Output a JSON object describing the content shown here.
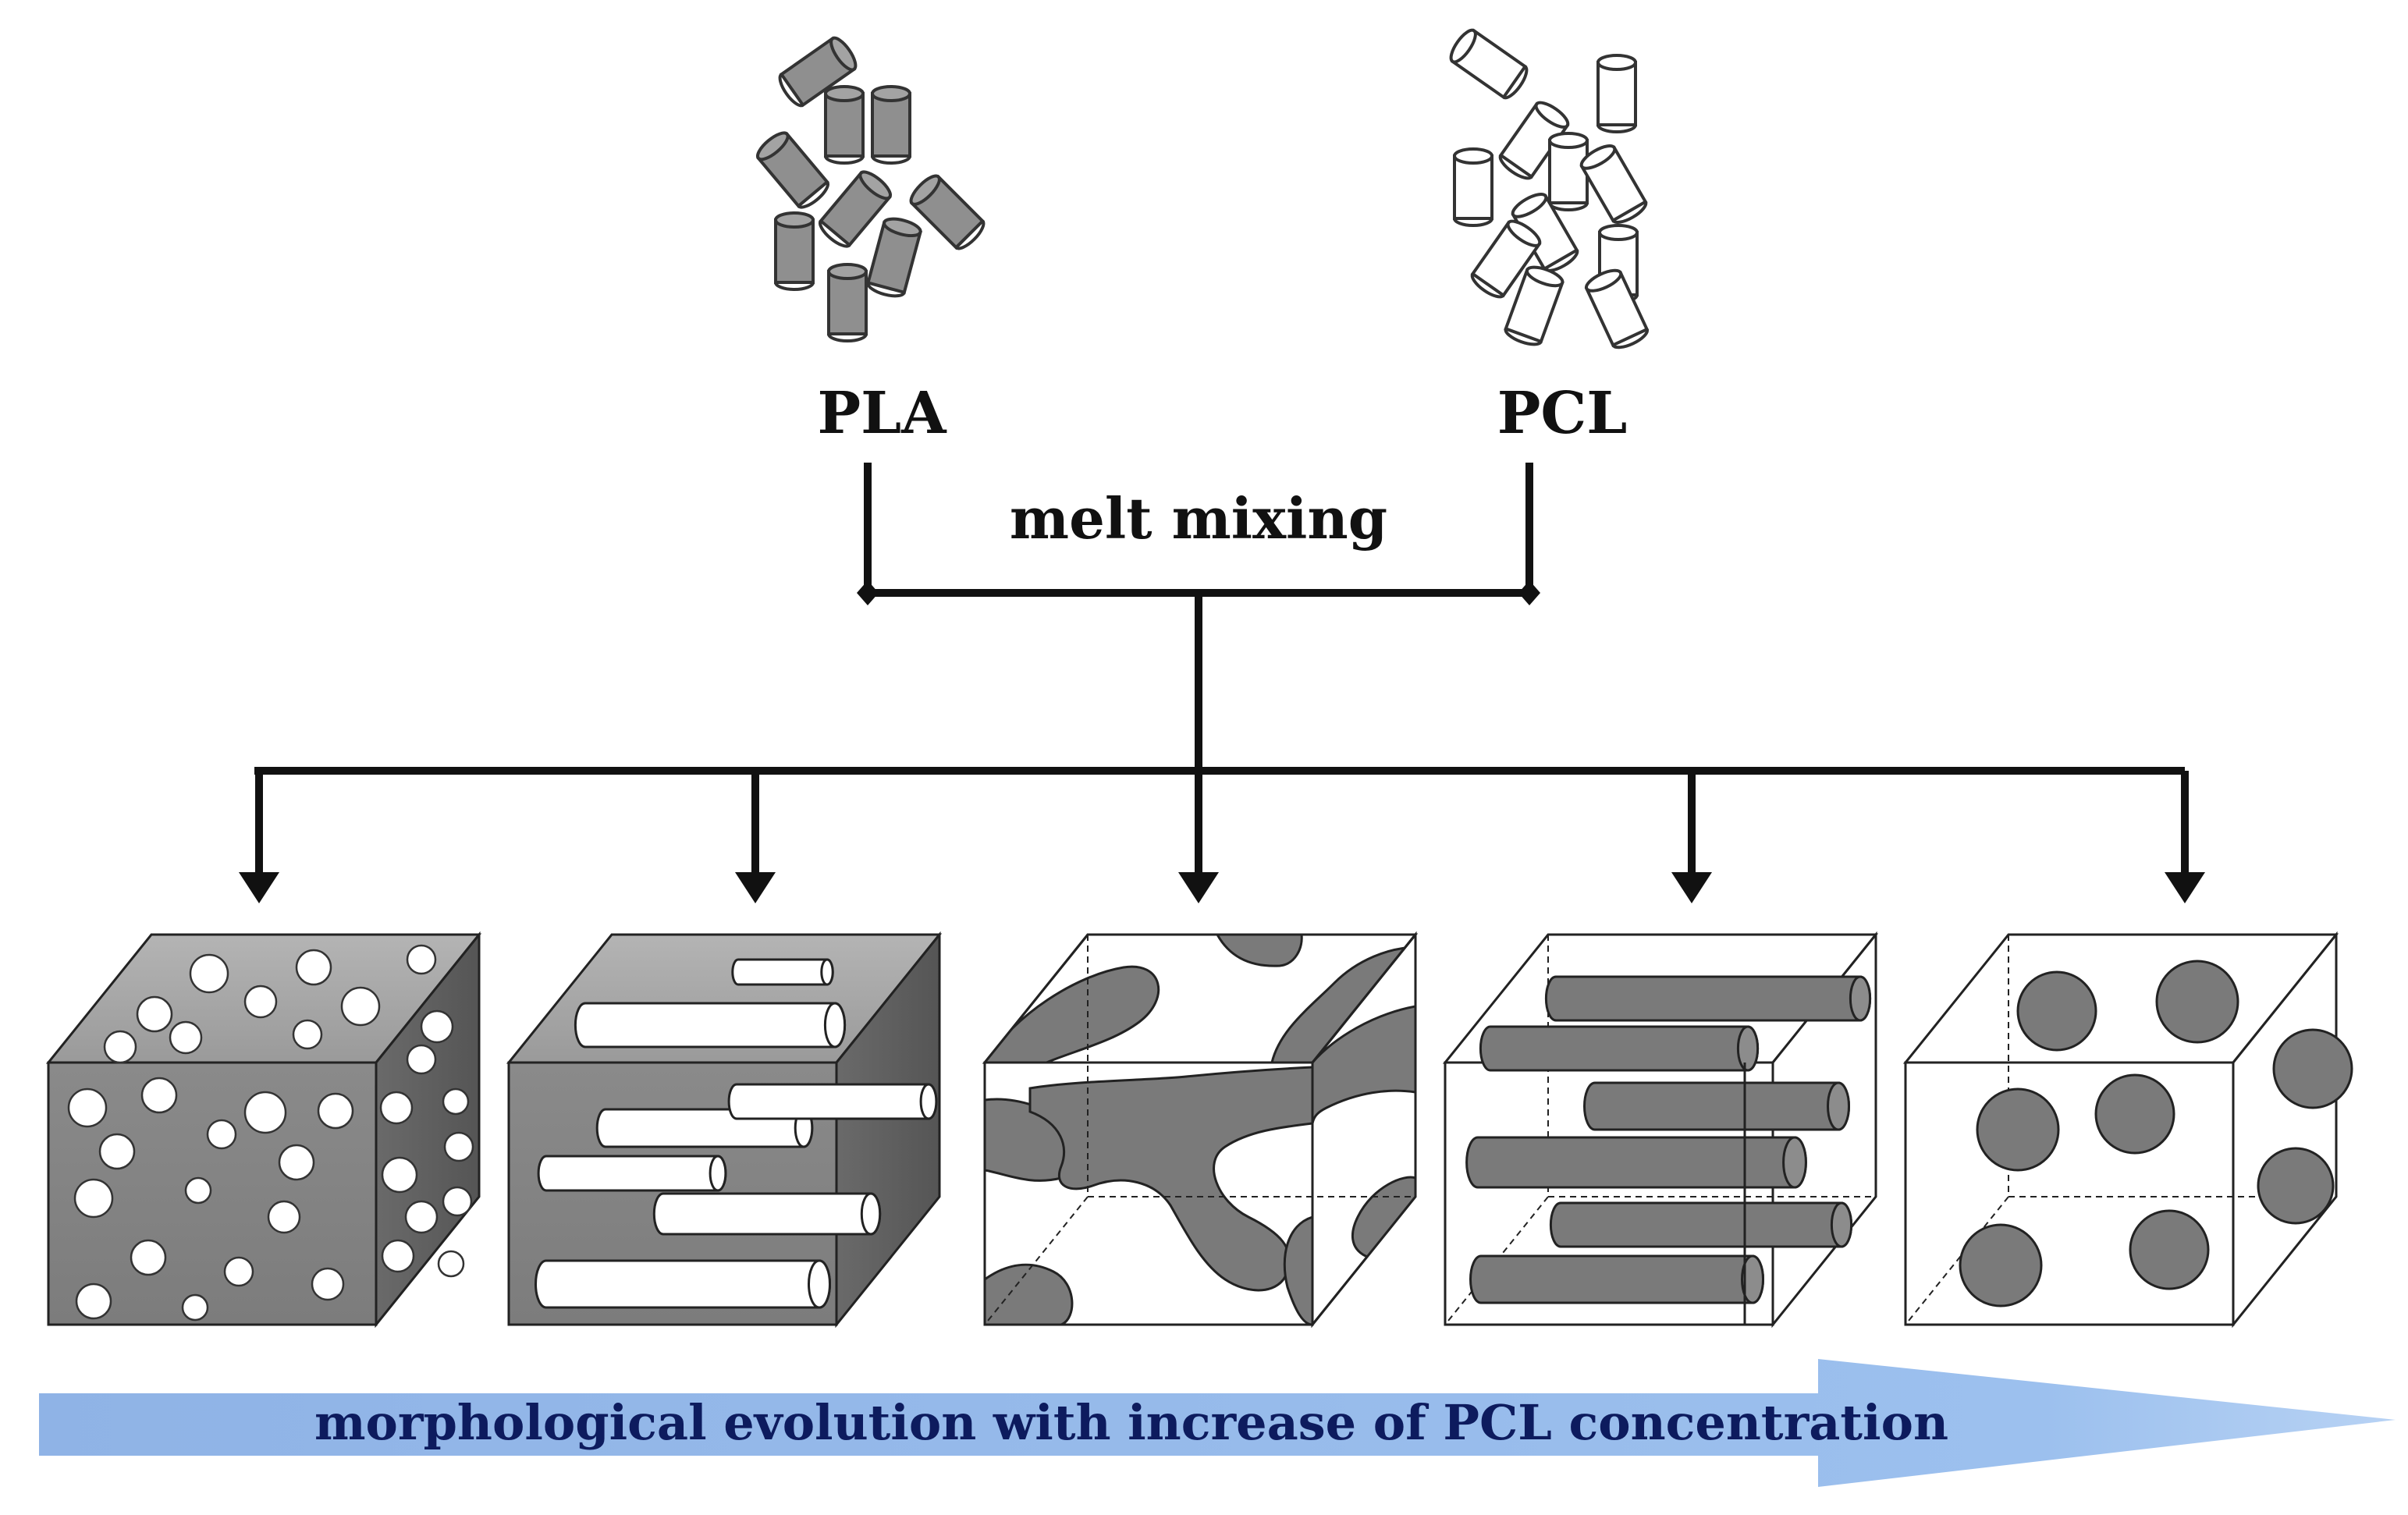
{
  "labels": {
    "left_material": "PLA",
    "right_material": "PCL",
    "process": "melt mixing",
    "evolution": "morphological evolution with increase of PCL concentration"
  },
  "colors": {
    "pla_fill": "#8f8f8f",
    "pcl_fill": "#ffffff",
    "stroke": "#222222",
    "cube_front": "#8e8e8e",
    "cube_top": "#a6a6a6",
    "cube_side": "#6c6c6c",
    "phase_dark": "#7a7a7a",
    "arrow_fill": "#93b8ea",
    "arrow_text": "#0d1b5e"
  },
  "morphologies": [
    {
      "icon": "droplet-dispersed-cube-icon"
    },
    {
      "icon": "fibrillar-dispersed-cube-icon"
    },
    {
      "icon": "co-continuous-cube-icon"
    },
    {
      "icon": "fibrillar-matrix-cube-icon"
    },
    {
      "icon": "droplet-matrix-cube-icon"
    }
  ]
}
